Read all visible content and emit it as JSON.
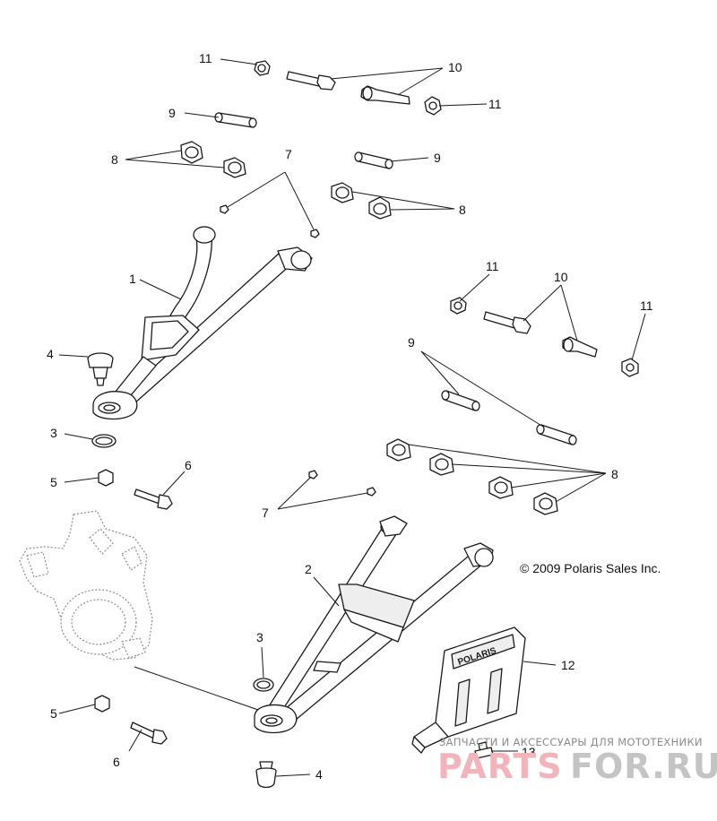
{
  "copyright": "© 2009 Polaris Sales Inc.",
  "plate_brand": "POLARIS",
  "watermark": {
    "caption": "ЗАПЧАСТИ И АКСЕССУАРЫ ДЛЯ МОТОТЕХНИКИ",
    "brand_left": "PARTS",
    "brand_right": "FOR.RU"
  },
  "callouts": {
    "c1": "1",
    "c2": "2",
    "c3a": "3",
    "c3b": "3",
    "c4a": "4",
    "c4b": "4",
    "c5a": "5",
    "c5b": "5",
    "c6a": "6",
    "c6b": "6",
    "c7a": "7",
    "c7b": "7",
    "c8a": "8",
    "c8b": "8",
    "c8c": "8",
    "c9a": "9",
    "c9b": "9",
    "c9c": "9",
    "c10a": "10",
    "c10b": "10",
    "c11a": "11",
    "c11b": "11",
    "c11c": "11",
    "c11d": "11",
    "c12": "12",
    "c13": "13"
  }
}
